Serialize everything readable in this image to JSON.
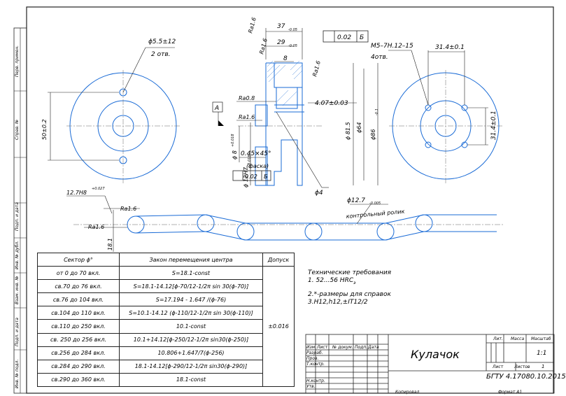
{
  "drawing": {
    "hole_callout": "ϕ5.5±12",
    "hole_count": "2 отв.",
    "dim_50": "50±0.2",
    "dim_37": "37",
    "dim_37_tol": "-0.05",
    "dim_29": "29",
    "dim_29_tol": "-0.05",
    "dim_8": "8",
    "tol_frame_value": "0.02",
    "tol_frame_datum": "Б",
    "tol_frame2_value": "0.02",
    "tol_frame2_datum": "Б",
    "thread_callout": "М5–7Н.12–15",
    "thread_count": "4отв.",
    "dim_314_h": "31.4±0.1",
    "dim_314_v": "31.4±0.1",
    "rough_16_a": "Ra1.6",
    "rough_16_b": "Ra1.6",
    "rough_16_c": "Ra1.6",
    "rough_16_d": "Ra1.6",
    "rough_16_e": "Ra1.6",
    "rough_16_f": "Ra1.6",
    "rough_08": "Ra0.8",
    "datum_a": "А",
    "dim_407": "4.07±0.03",
    "dim_815": "ϕ 81.5",
    "dim_64": "ϕ64",
    "dim_86": "ϕ86",
    "dim_86_tol": "-0.1",
    "dim_8h": "ϕ 8",
    "dim_8h_tol": "+0.018",
    "dim_12h7": "ϕ 12Н7",
    "dim_12h7_tol": "+0.018",
    "chamfer": "0.45×45°",
    "chamfer_label": "(фаска)",
    "dim_4": "ϕ4",
    "dim_127": "ϕ12.7",
    "dim_127_tol": "-0.005",
    "roller_label": "контрольный ролик",
    "dim_127h8": "12.7Н8",
    "dim_127h8_tol": "+0.027",
    "dim_181": "18.1"
  },
  "side_frame": {
    "labels": [
      "Перв. примен.",
      "Справ. №",
      "Подп. и дата",
      "Инв. № дубл.",
      "Взам. инв. №",
      "Подп. и дата",
      "Инв. № подл."
    ]
  },
  "law_table": {
    "headers": [
      "Сектор ϕ°",
      "Закон перемещения центра",
      "Допуск"
    ],
    "rows": [
      [
        "от 0 до 70 вкл.",
        "S=18.1-const"
      ],
      [
        "св.70 до 76 вкл.",
        "S=18.1-14.12[ϕ-70/12-1/2π sin 30(ϕ-70)]"
      ],
      [
        "св.76 до 104 вкл.",
        "S=17.194 - 1.647 /(ϕ-76)"
      ],
      [
        "св.104 до 110 вкл.",
        "S=10.1-14.12 (ϕ-110/12-1/2π sin 30(ϕ-110)]"
      ],
      [
        "св.110 до 250 вкл.",
        "10.1-const"
      ],
      [
        "св. 250 до 256 вкл.",
        "10.1+14.12[ϕ-250/12-1/2π sin30(ϕ-250)]"
      ],
      [
        "св.256 до 284 вкл.",
        "10.806+1.647/7(ϕ-256)"
      ],
      [
        "св.284 до 290 вкл.",
        "18.1-14.12[ϕ-290/12-1/2π sin30(ϕ-290)]"
      ],
      [
        "св.290 до 360 вкл.",
        "18.1-const"
      ]
    ],
    "tolerance": "±0.016"
  },
  "requirements": {
    "title": "Технические требования",
    "line1": "1. 52...56 HRC",
    "line1_sub": "э",
    "line2": "2.*-размеры для справок",
    "line3": "3.Н12,h12,±IT12/2"
  },
  "title_block": {
    "name": "Кулачок",
    "code": "БГТУ 4.17080.10.2015",
    "col_lit": "Лит.",
    "col_mass": "Масса",
    "col_scale": "Масштаб",
    "scale_value": "1:1",
    "sheet_label": "Лист",
    "sheets_label": "Листов",
    "sheets_value": "1",
    "rows": [
      "Изм.",
      "Лист",
      "№ докум.",
      "Подп.",
      "Дата"
    ],
    "role_dev": "Разраб.",
    "role_check": "Пров.",
    "role_tcontrol": "Т.контр.",
    "role_ncontrol": "Н.контр.",
    "role_approve": "Утв.",
    "copied": "Копировал",
    "format": "Формат   А1"
  }
}
